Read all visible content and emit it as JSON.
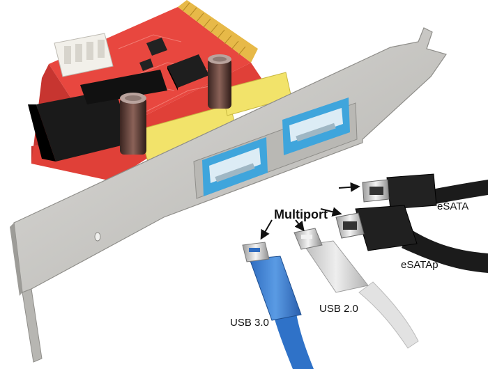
{
  "labels": {
    "multiport": "Multiport",
    "esata": "eSATA",
    "esatap": "eSATAp",
    "usb2": "USB 2.0",
    "usb3": "USB 3.0"
  },
  "colors": {
    "pcb": "#e8473f",
    "bracket": "#c9c8c6",
    "usb3_blue": "#3c7fd0",
    "usb2_gray": "#d9d9d9",
    "esata_black": "#1b1b1b",
    "connector_yellow": "#f2e36a"
  }
}
